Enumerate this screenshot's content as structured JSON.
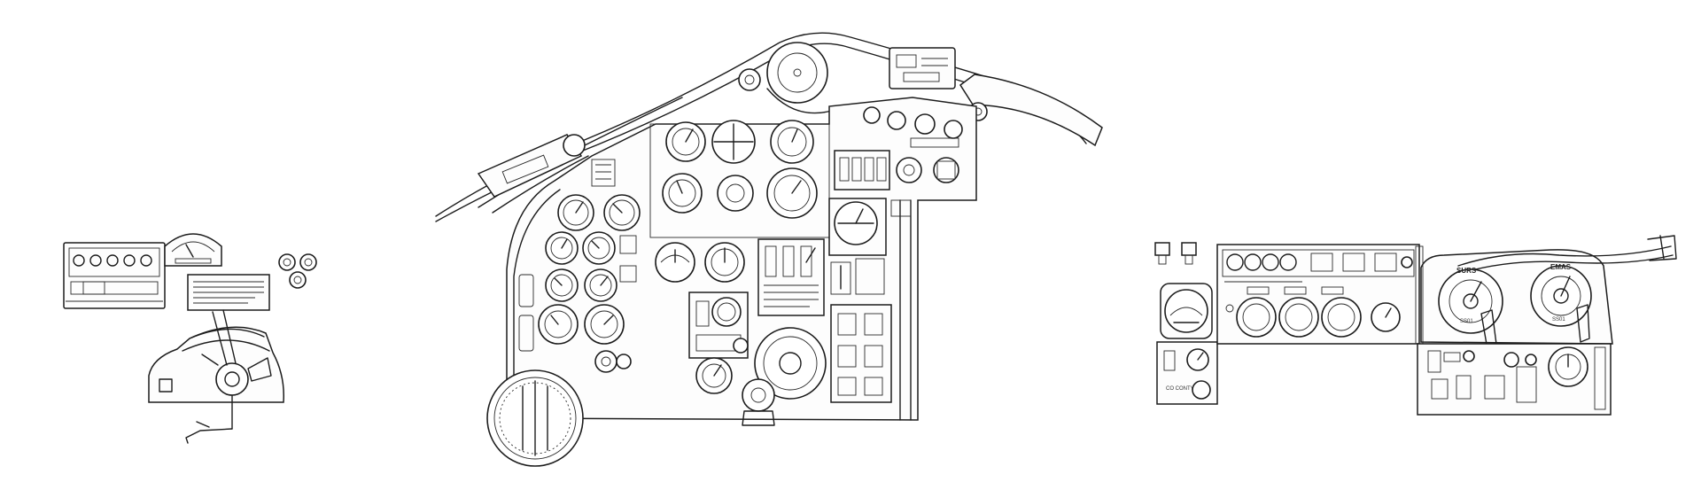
{
  "labels": {
    "right_left_knob": "SURS",
    "right_right_knob": "EMAS",
    "right_left_knob_sub": "SS01",
    "right_right_knob_sub": "SS01",
    "right_small_text": "CO CONTY"
  },
  "colors": {
    "ink": "#1c1c1c",
    "paper": "#ffffff"
  }
}
